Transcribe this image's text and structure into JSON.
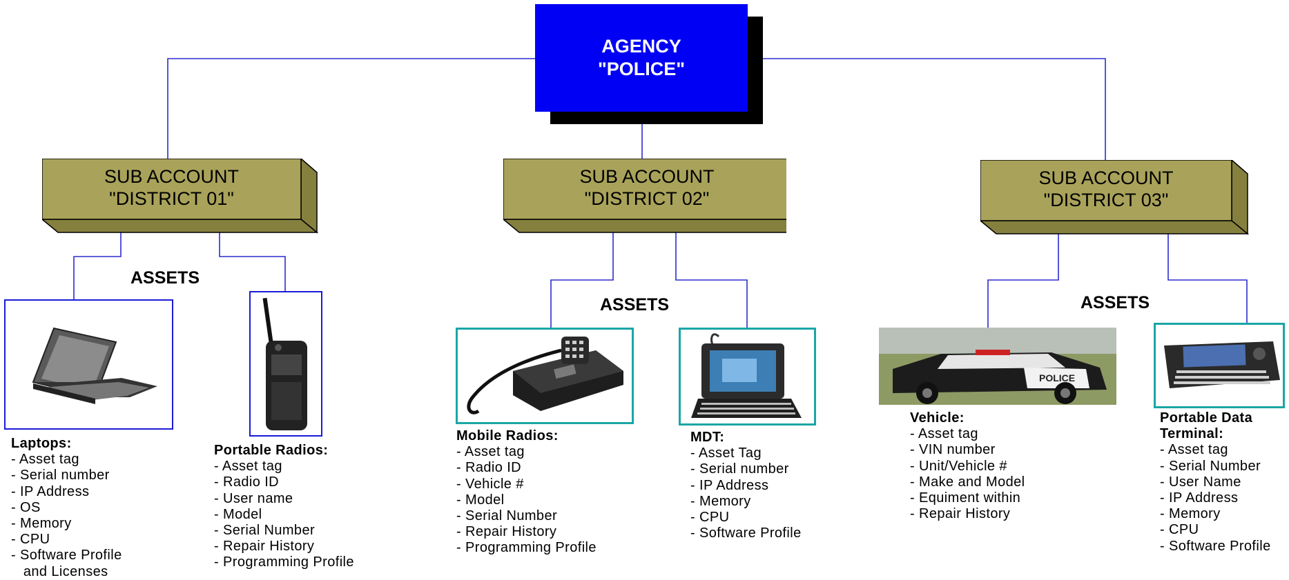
{
  "agency": {
    "line1": "AGENCY",
    "line2": "\"POLICE\""
  },
  "districts": [
    {
      "line1": "SUB ACCOUNT",
      "line2": "\"DISTRICT 01\"",
      "assets_label": "ASSETS",
      "devices": [
        {
          "name": "laptop",
          "heading": "Laptops:",
          "items": [
            "- Asset tag",
            "- Serial number",
            "- IP Address",
            "- OS",
            "- Memory",
            "- CPU",
            "- Software Profile",
            "   and Licenses"
          ]
        },
        {
          "name": "portable-radio",
          "heading": "Portable Radios:",
          "items": [
            "- Asset tag",
            "- Radio ID",
            "- User name",
            "- Model",
            "- Serial Number",
            "- Repair History",
            "- Programming Profile"
          ]
        }
      ]
    },
    {
      "line1": "SUB ACCOUNT",
      "line2": "\"DISTRICT 02\"",
      "assets_label": "ASSETS",
      "devices": [
        {
          "name": "mobile-radio",
          "heading": "Mobile Radios:",
          "items": [
            "- Asset tag",
            "- Radio ID",
            "- Vehicle #",
            "- Model",
            "- Serial Number",
            "- Repair History",
            "- Programming Profile"
          ]
        },
        {
          "name": "mdt",
          "heading": "MDT:",
          "items": [
            "- Asset Tag",
            "- Serial number",
            "- IP Address",
            "- Memory",
            "- CPU",
            "- Software Profile"
          ]
        }
      ]
    },
    {
      "line1": "SUB ACCOUNT",
      "line2": "\"DISTRICT 03\"",
      "assets_label": "ASSETS",
      "devices": [
        {
          "name": "vehicle",
          "heading": "Vehicle:",
          "items": [
            "- Asset tag",
            "- VIN number",
            "- Unit/Vehicle #",
            "- Make and Model",
            "- Equiment within",
            "- Repair History"
          ]
        },
        {
          "name": "portable-data-terminal",
          "heading": "Portable Data",
          "heading2": "Terminal:",
          "items": [
            "- Asset tag",
            "- Serial Number",
            "- User Name",
            "- IP Address",
            "- Memory",
            "- CPU",
            "- Software Profile"
          ]
        }
      ]
    }
  ],
  "car_decal": "POLICE",
  "colors": {
    "agency_fill": "#0000f5",
    "sub_fill": "#a9a25a",
    "sub_side": "#86803f",
    "connector": "#1a1ad8",
    "frame_blue": "#1a1ad8",
    "frame_teal": "#1aa6a6"
  }
}
